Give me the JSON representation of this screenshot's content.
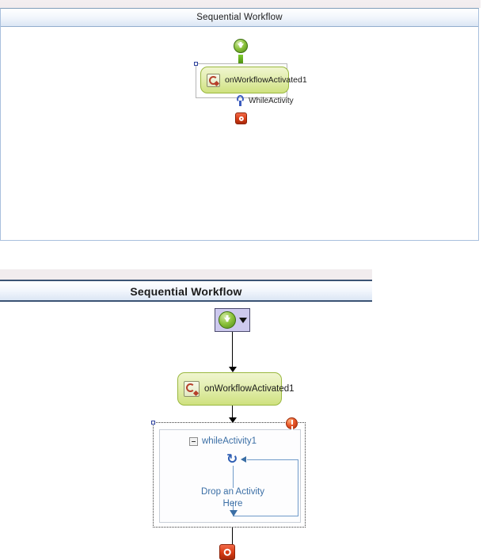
{
  "top_panel": {
    "title": "Sequential Workflow",
    "start_icon": "start-arrow-icon",
    "activity": {
      "icon": "on-workflow-activated-icon",
      "label": "onWorkflowActivated1"
    },
    "drag_ghost": {
      "icon": "while-activity-icon",
      "label": "WhileActivity"
    },
    "end_icon": "stop-icon"
  },
  "bottom_panel": {
    "title": "Sequential Workflow",
    "start_icon": "start-arrow-icon",
    "start_dropdown": "chevron-down-icon",
    "activity": {
      "icon": "on-workflow-activated-icon",
      "label": "onWorkflowActivated1"
    },
    "while": {
      "expander": "collapse-minus-icon",
      "name": "whileActivity1",
      "loop_icon": "loop-arrow-icon",
      "error_icon": "error-exclamation-icon",
      "drop_hint_line1": "Drop an Activity",
      "drop_hint_line2": "Here"
    },
    "end_icon": "stop-icon"
  },
  "colors": {
    "title_bar_bottom": "#dbe6f4",
    "activity_green": "#cfe17f",
    "link_blue": "#3a6ea5",
    "error_red": "#e8572a",
    "selection_purple": "#cdc9ee"
  }
}
